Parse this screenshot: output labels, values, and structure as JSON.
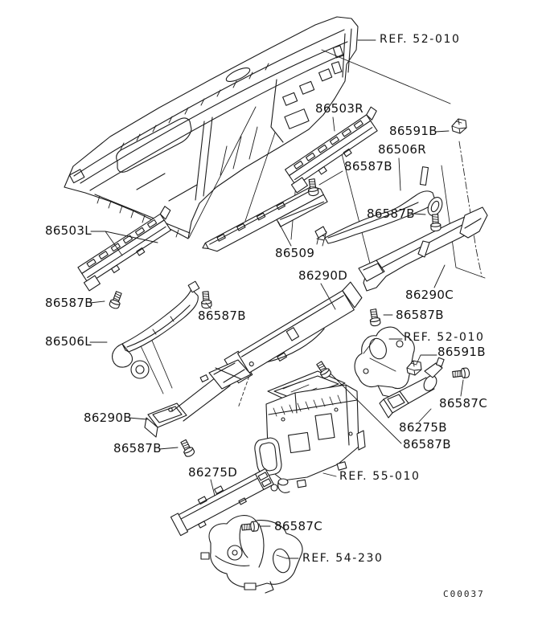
{
  "drawing_code": "C00037",
  "labels": [
    {
      "id": "ref-52-010-top",
      "text": "REF. 52-010"
    },
    {
      "id": "86503R",
      "text": "86503R"
    },
    {
      "id": "86591B-right",
      "text": "86591B"
    },
    {
      "id": "86506R",
      "text": "86506R"
    },
    {
      "id": "86587B-1",
      "text": "86587B"
    },
    {
      "id": "86587B-2",
      "text": "86587B"
    },
    {
      "id": "86503L",
      "text": "86503L"
    },
    {
      "id": "86509",
      "text": "86509"
    },
    {
      "id": "86290D",
      "text": "86290D"
    },
    {
      "id": "86587B-3",
      "text": "86587B"
    },
    {
      "id": "86290C",
      "text": "86290C"
    },
    {
      "id": "86587B-4",
      "text": "86587B"
    },
    {
      "id": "86587B-5",
      "text": "86587B"
    },
    {
      "id": "86506L",
      "text": "86506L"
    },
    {
      "id": "ref-52-010-bracket",
      "text": "REF. 52-010"
    },
    {
      "id": "86591B-lower",
      "text": "86591B"
    },
    {
      "id": "86587C-1",
      "text": "86587C"
    },
    {
      "id": "86290B",
      "text": "86290B"
    },
    {
      "id": "86275B",
      "text": "86275B"
    },
    {
      "id": "86587B-6",
      "text": "86587B"
    },
    {
      "id": "86587B-7",
      "text": "86587B"
    },
    {
      "id": "86275D",
      "text": "86275D"
    },
    {
      "id": "ref-55-010",
      "text": "REF. 55-010"
    },
    {
      "id": "86587C-2",
      "text": "86587C"
    },
    {
      "id": "ref-54-230",
      "text": "REF. 54-230"
    }
  ],
  "line_color": "#1b1b1b",
  "background_color": "#ffffff"
}
